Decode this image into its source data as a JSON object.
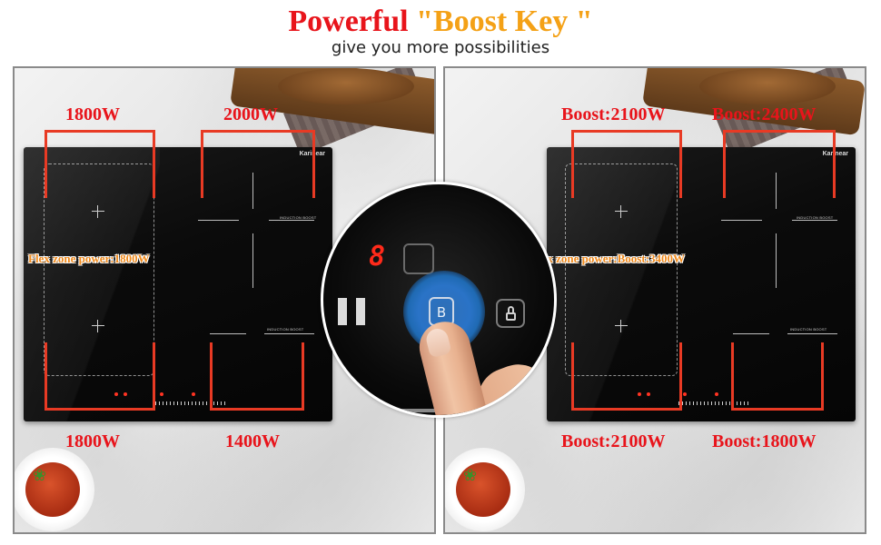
{
  "header": {
    "title_part1": "Powerful ",
    "title_part2": "\"Boost Key \"",
    "subtitle": "give you more possibilities"
  },
  "left_panel": {
    "brand": "Karinear",
    "labels": {
      "top_left": "1800W",
      "top_right": "2000W",
      "bottom_left": "1800W",
      "bottom_right": "1400W"
    },
    "flex_zone": "Flex zone power:1800W",
    "induction_boost": "INDUCTION BOOST"
  },
  "right_panel": {
    "brand": "Karinear",
    "labels": {
      "top_left": "Boost:2100W",
      "top_right": "Boost:2400W",
      "bottom_left": "Boost:2100W",
      "bottom_right": "Boost:1800W"
    },
    "flex_zone": "Flex zone power:Boost:3400W",
    "induction_boost": "INDUCTION BOOST"
  },
  "closeup": {
    "display_digit": "8",
    "boost_key": "B",
    "icons": [
      "pause-icon",
      "lock-icon"
    ]
  },
  "colors": {
    "title_red": "#e8141b",
    "title_orange": "#f4a116",
    "bracket": "#e83a24",
    "flex_label": "#f08a1c",
    "boost_glow": "#2a73c7"
  }
}
